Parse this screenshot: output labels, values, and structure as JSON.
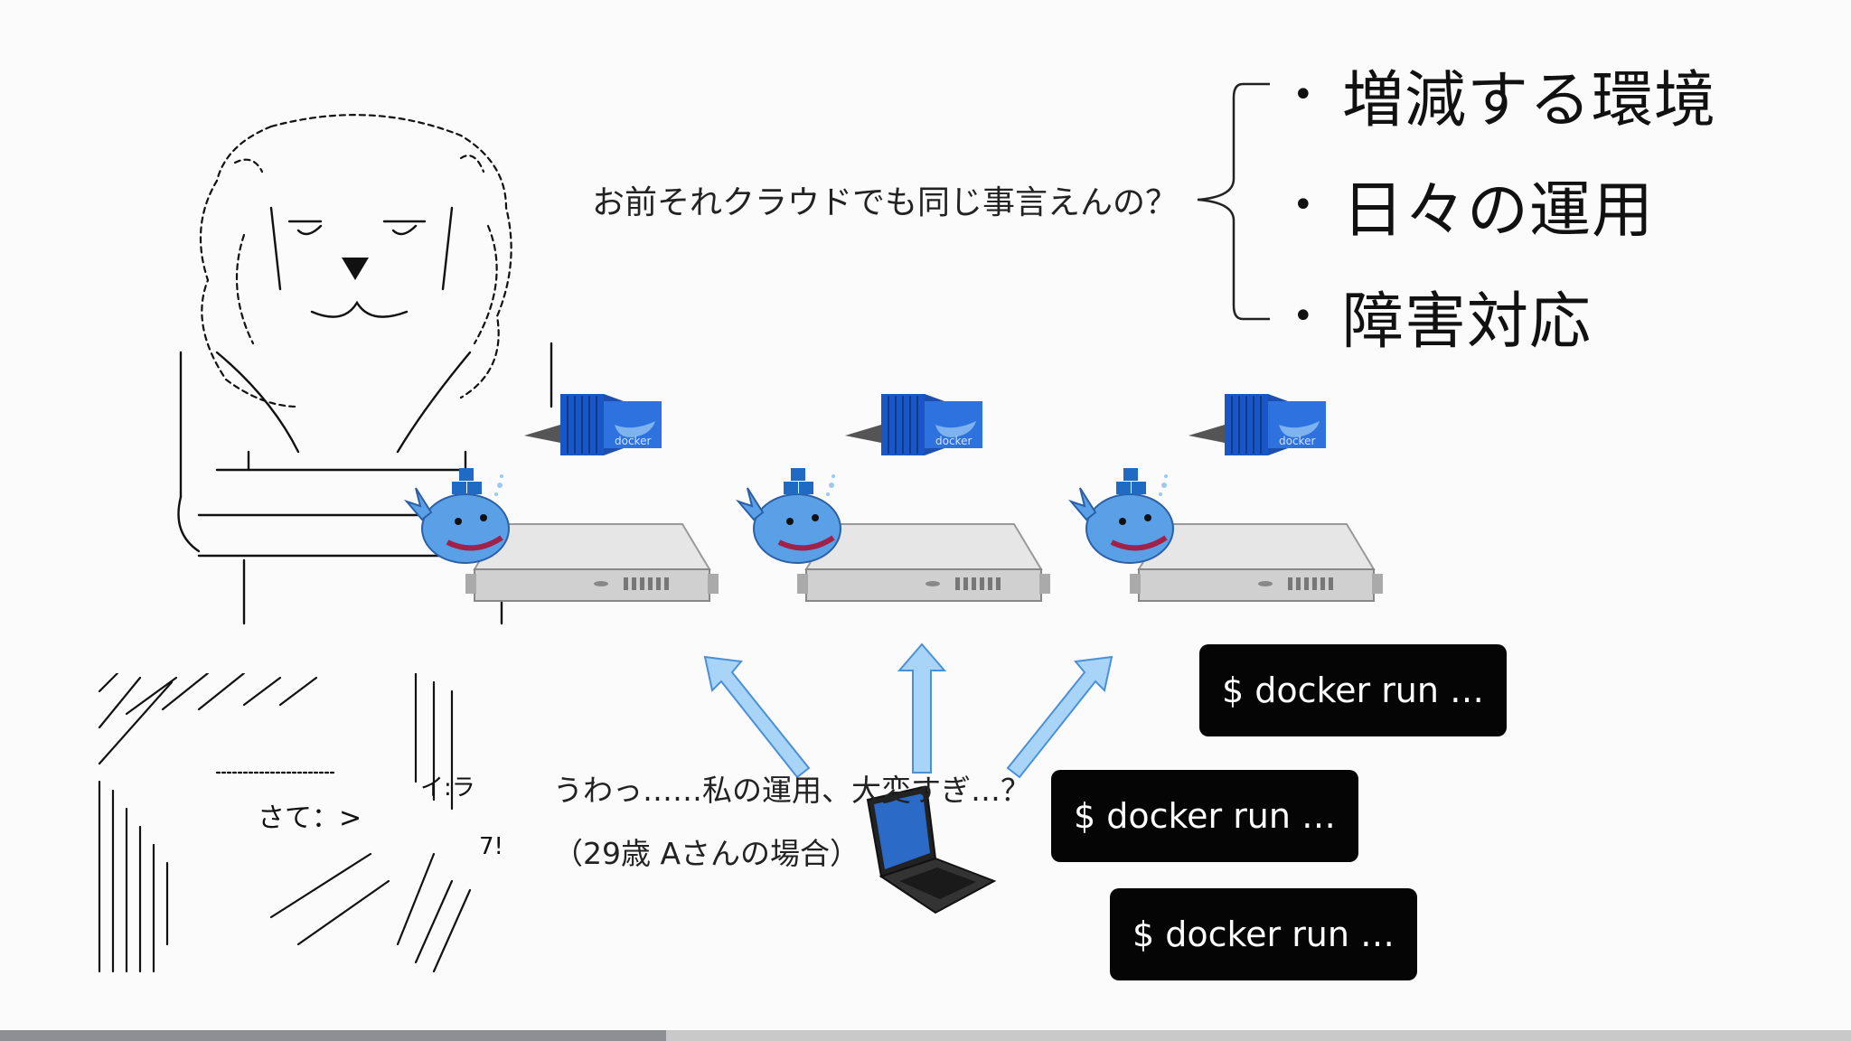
{
  "slide": {
    "bullets": [
      "増減する環境",
      "日々の運用",
      "障害対応"
    ],
    "bullet_glyph": "•",
    "question": "お前それクラウドでも同じ事言えんの？",
    "caption_line1": "うわっ……私の運用、大変すぎ…？",
    "caption_line2": "（29歳 Aさんの場合）",
    "commands": [
      "$ docker run …",
      "$ docker run …",
      "$ docker run …"
    ],
    "container_label": "docker",
    "aa_text1": "さて：>",
    "aa_text2": "イ:ラ",
    "aa_text3": "7!"
  },
  "progress": {
    "fraction": 0.36
  },
  "colors": {
    "bubble_bg": "#050505",
    "arrow_fill": "#a8d4f7",
    "arrow_stroke": "#4a90d9",
    "container_blue": "#1f5fd1",
    "progress_fill": "#8e8e95",
    "progress_track": "#c9c9c9"
  },
  "icons": [
    "lion-ascii-art",
    "crying-person-ascii-art",
    "docker-container-icon",
    "docker-whale-icon",
    "server-icon",
    "laptop-icon",
    "up-arrow-icon"
  ]
}
